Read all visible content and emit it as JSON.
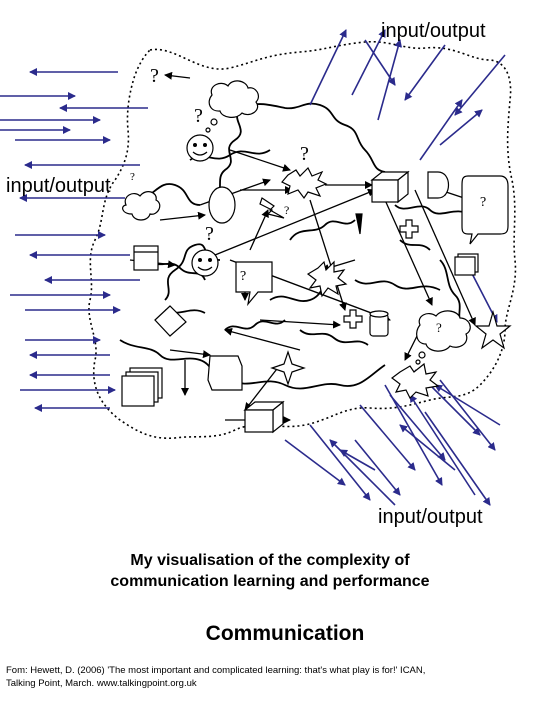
{
  "labels": {
    "top": "input/output",
    "left": "input/output",
    "bottom": "input/output"
  },
  "caption": {
    "line1": "My visualisation of the complexity of",
    "line2": "communication learning and performance"
  },
  "heading": "Communication",
  "source": {
    "line1": "Fom: Hewett, D. (2006) 'The most important and complicated learning: that's what play is for!'  ICAN,",
    "line2": "Talking Point, March.  www.talkingpoint.org.uk"
  },
  "symbols": {
    "question_mark": "?"
  },
  "colors": {
    "arrow": "#2b2b8c",
    "ink": "#000000"
  }
}
